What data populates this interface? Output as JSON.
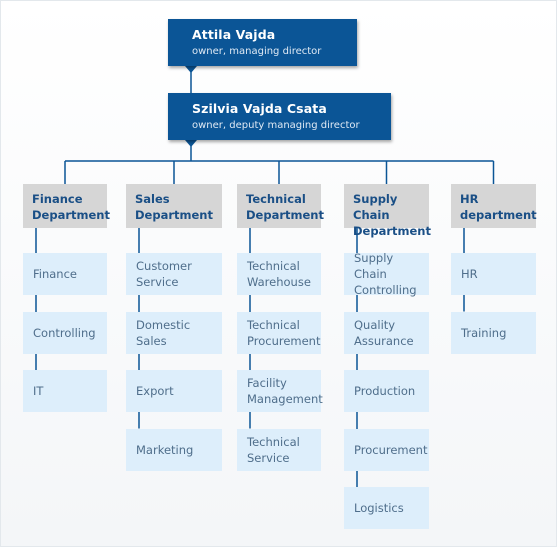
{
  "top": [
    {
      "name": "Attila Vajda",
      "role": "owner, managing director"
    },
    {
      "name": "Szilvia Vajda Csata",
      "role": "owner, deputy managing director"
    }
  ],
  "colors": {
    "top_box": "#0b5596",
    "dept_box": "#d6d6d6",
    "unit_box": "#ddeefb",
    "line": "#0b5596"
  },
  "departments": [
    {
      "name": "Finance\nDepartment",
      "units": [
        "Finance",
        "Controlling",
        "IT"
      ]
    },
    {
      "name": "Sales\nDepartment",
      "units": [
        "Customer\nService",
        "Domestic\nSales",
        "Export",
        "Marketing"
      ]
    },
    {
      "name": "Technical\nDepartment",
      "units": [
        "Technical\nWarehouse",
        "Technical\nProcurement",
        "Facility\nManagement",
        "Technical\nService"
      ]
    },
    {
      "name": "Supply Chain\nDepartment",
      "units": [
        "Supply Chain\nControlling",
        "Quality\nAssurance",
        "Production",
        "Procurement",
        "Logistics"
      ]
    },
    {
      "name": "HR\ndepartment",
      "units": [
        "HR",
        "Training"
      ]
    }
  ]
}
